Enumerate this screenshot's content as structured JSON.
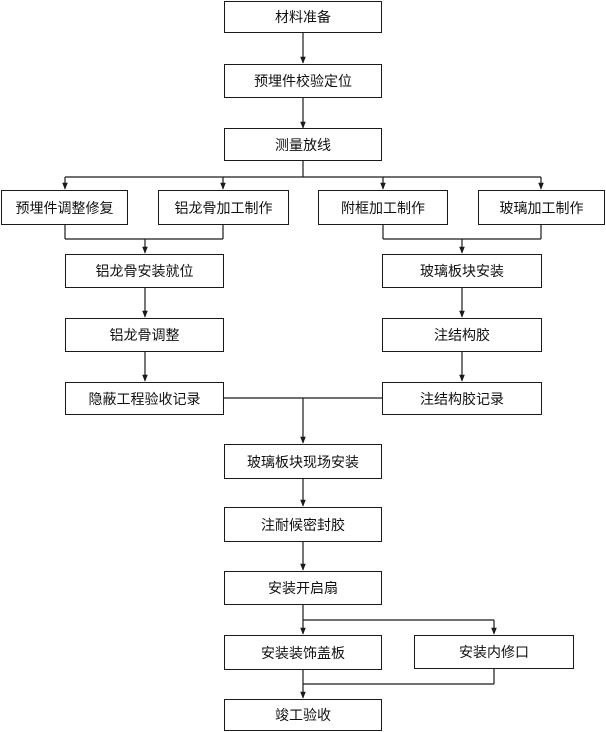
{
  "steps": {
    "materials": "材料准备",
    "embed_check": "预埋件校验定位",
    "survey": "测量放线",
    "embed_repair": "预埋件调整修复",
    "keel_fab": "铝龙骨加工制作",
    "frame_fab": "附框加工制作",
    "glass_fab": "玻璃加工制作",
    "keel_install": "铝龙骨安装就位",
    "glass_panel_install": "玻璃板块安装",
    "keel_adjust": "铝龙骨调整",
    "struct_glue": "注结构胶",
    "hidden_record": "隐蔽工程验收记录",
    "glue_record": "注结构胶记录",
    "site_install": "玻璃板块现场安装",
    "weather_seal": "注耐候密封胶",
    "sash": "安装开启扇",
    "cover_plate": "安装装饰盖板",
    "inner_trim": "安装内修口",
    "acceptance": "竣工验收"
  }
}
